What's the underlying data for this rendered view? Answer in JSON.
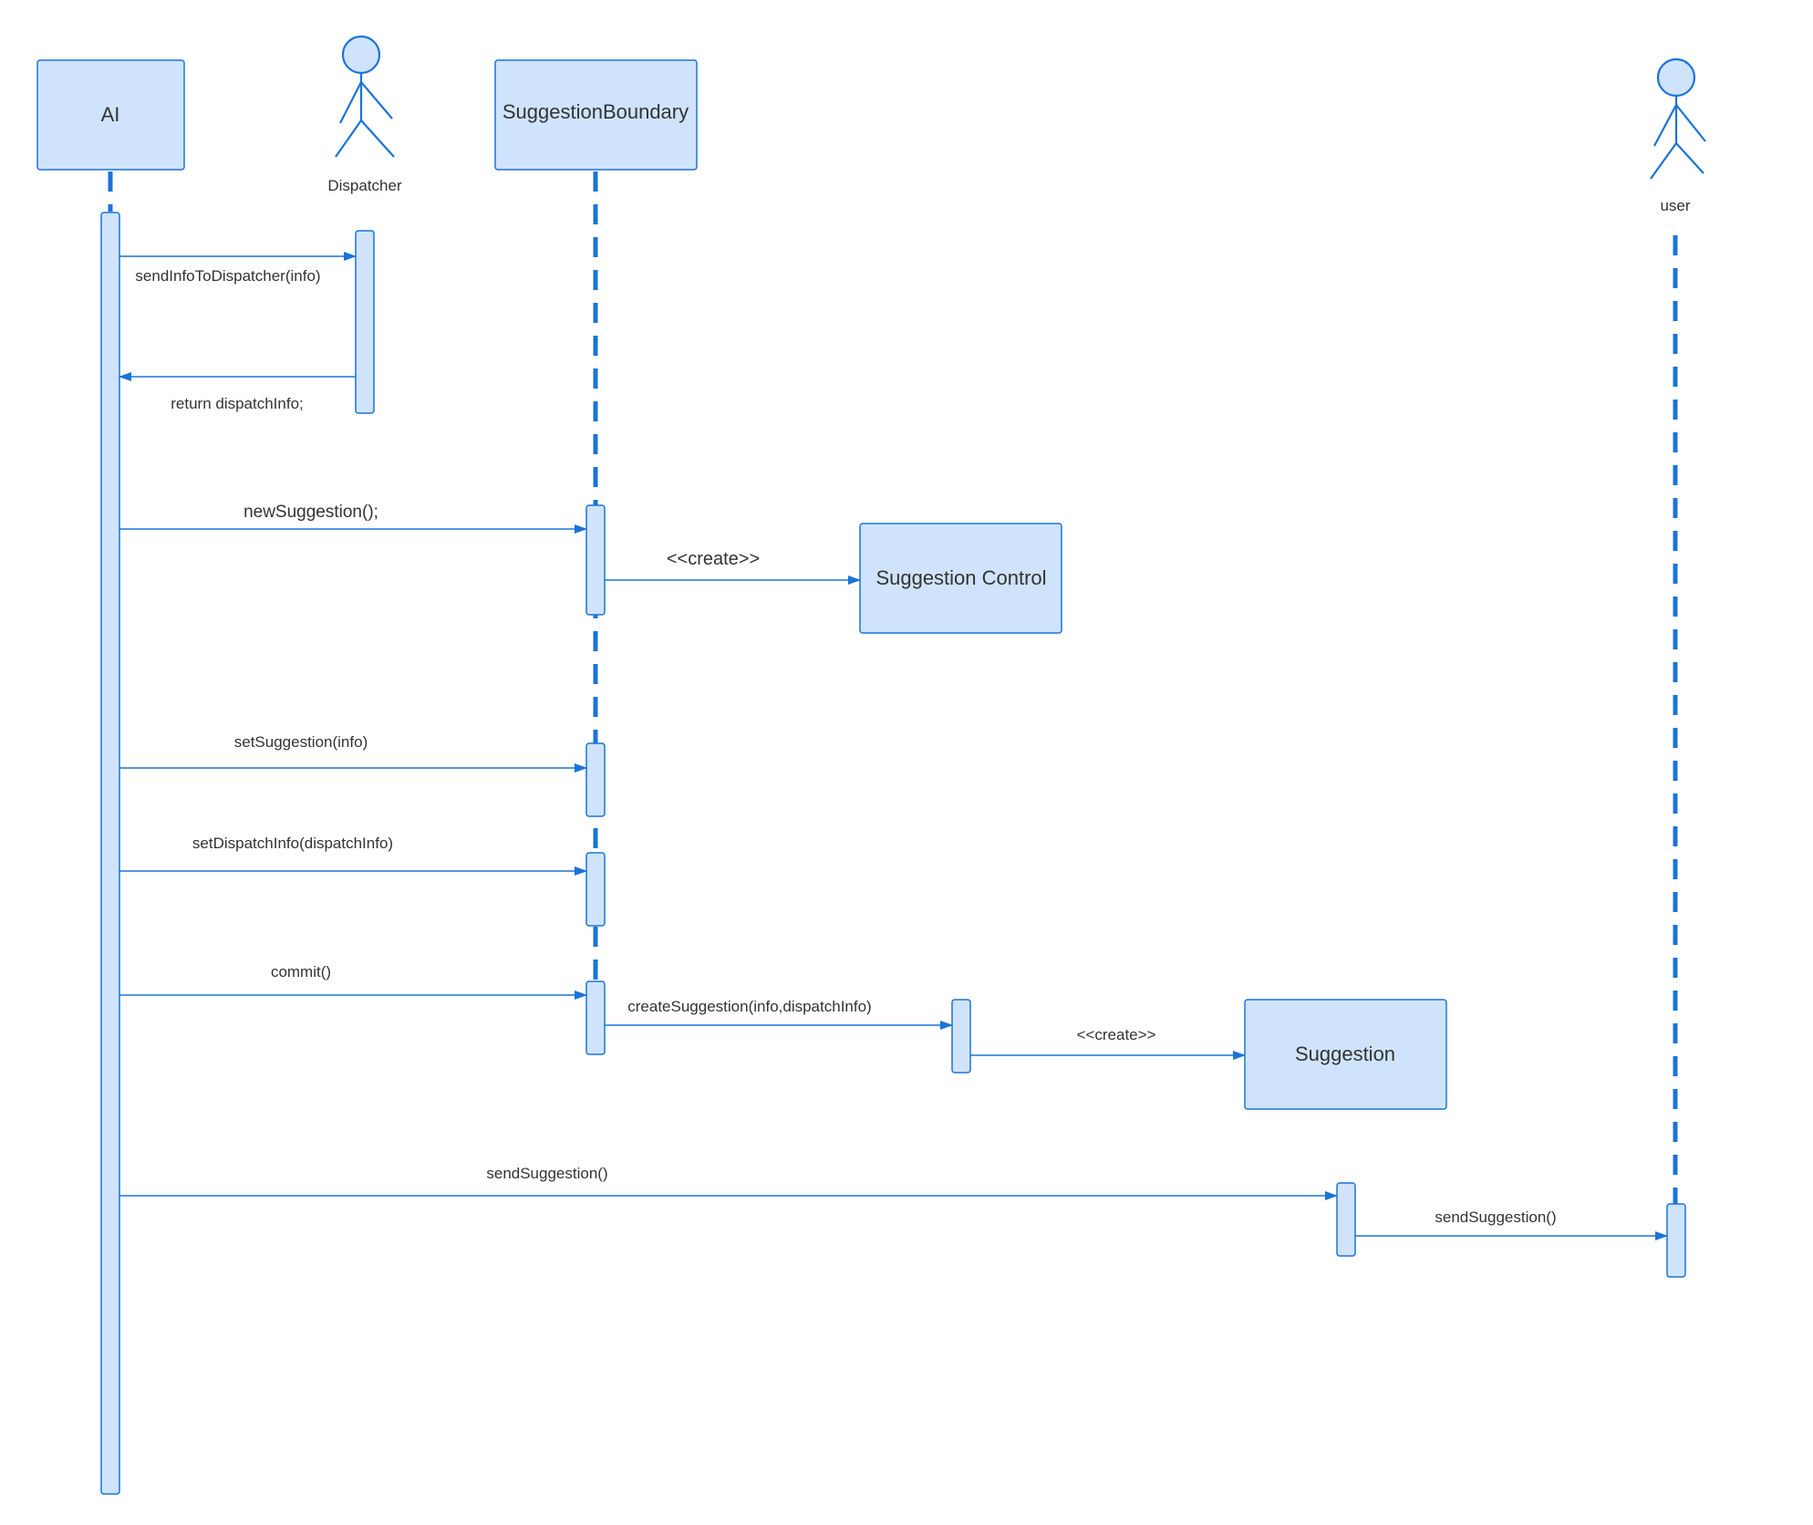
{
  "colors": {
    "fill": "#cfe4fc",
    "stroke": "#1a73d9",
    "text": "#333333",
    "background": "#ffffff"
  },
  "participants": {
    "ai": {
      "label": "AI",
      "kind": "object"
    },
    "dispatcher": {
      "label": "Dispatcher",
      "kind": "actor"
    },
    "boundary": {
      "label": "SuggestionBoundary",
      "kind": "object"
    },
    "control": {
      "label": "Suggestion Control",
      "kind": "object"
    },
    "suggestion": {
      "label": "Suggestion",
      "kind": "object"
    },
    "user": {
      "label": "user",
      "kind": "actor"
    }
  },
  "messages": {
    "m1": {
      "label": "sendInfoToDispatcher(info)",
      "from": "AI",
      "to": "Dispatcher",
      "type": "call"
    },
    "m2": {
      "label": "return dispatchInfo;",
      "from": "Dispatcher",
      "to": "AI",
      "type": "return"
    },
    "m3": {
      "label": "newSuggestion();",
      "from": "AI",
      "to": "SuggestionBoundary",
      "type": "call"
    },
    "m4": {
      "label": "<<create>>",
      "from": "SuggestionBoundary",
      "to": "Suggestion Control",
      "type": "create"
    },
    "m5": {
      "label": "setSuggestion(info)",
      "from": "AI",
      "to": "SuggestionBoundary",
      "type": "call"
    },
    "m6": {
      "label": "setDispatchInfo(dispatchInfo)",
      "from": "AI",
      "to": "SuggestionBoundary",
      "type": "call"
    },
    "m7": {
      "label": "commit()",
      "from": "AI",
      "to": "SuggestionBoundary",
      "type": "call"
    },
    "m8": {
      "label": "createSuggestion(info,dispatchInfo)",
      "from": "SuggestionBoundary",
      "to": "Suggestion Control",
      "type": "call"
    },
    "m9": {
      "label": "<<create>>",
      "from": "Suggestion Control",
      "to": "Suggestion",
      "type": "create"
    },
    "m10": {
      "label": "sendSuggestion()",
      "from": "AI",
      "to": "Suggestion",
      "type": "call"
    },
    "m11": {
      "label": "sendSuggestion()",
      "from": "Suggestion",
      "to": "user",
      "type": "call"
    }
  }
}
